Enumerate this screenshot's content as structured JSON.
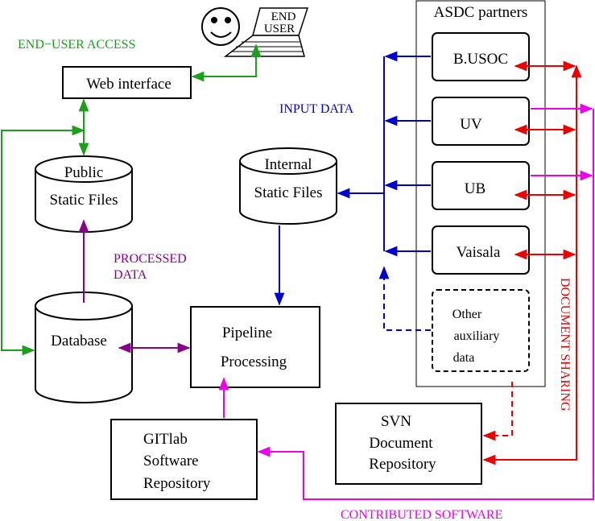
{
  "labels": {
    "end_user_access": "END−USER ACCESS",
    "end_user_line1": "END",
    "end_user_line2": "USER",
    "input_data": "INPUT DATA",
    "processed_data_line1": "PROCESSED",
    "processed_data_line2": "DATA",
    "document_sharing": "DOCUMENT SHARING",
    "contributed_software": "CONTRIBUTED SOFTWARE"
  },
  "nodes": {
    "web_interface": "Web interface",
    "public_files_line1": "Public",
    "public_files_line2": "Static Files",
    "internal_files_line1": "Internal",
    "internal_files_line2": "Static Files",
    "database": "Database",
    "pipeline_line1": "Pipeline",
    "pipeline_line2": "Processing",
    "gitlab_line1": "GITlab",
    "gitlab_line2": "Software",
    "gitlab_line3": "Repository",
    "svn_line1": "SVN",
    "svn_line2": "Document",
    "svn_line3": "Repository"
  },
  "partners": {
    "title": "ASDC partners",
    "busoc": "B.USOC",
    "uv": "UV",
    "ub": "UB",
    "vaisala": "Vaisala",
    "other_line1": "Other",
    "other_line2": "auxiliary",
    "other_line3": "data"
  },
  "colors": {
    "green": "#1aa01a",
    "blue": "#0000d0",
    "purple": "#8b008b",
    "red": "#ee0000",
    "magenta": "#ee00ee",
    "black": "#000000"
  },
  "icons": {
    "user": "smiley-face-icon",
    "laptop": "laptop-icon"
  }
}
